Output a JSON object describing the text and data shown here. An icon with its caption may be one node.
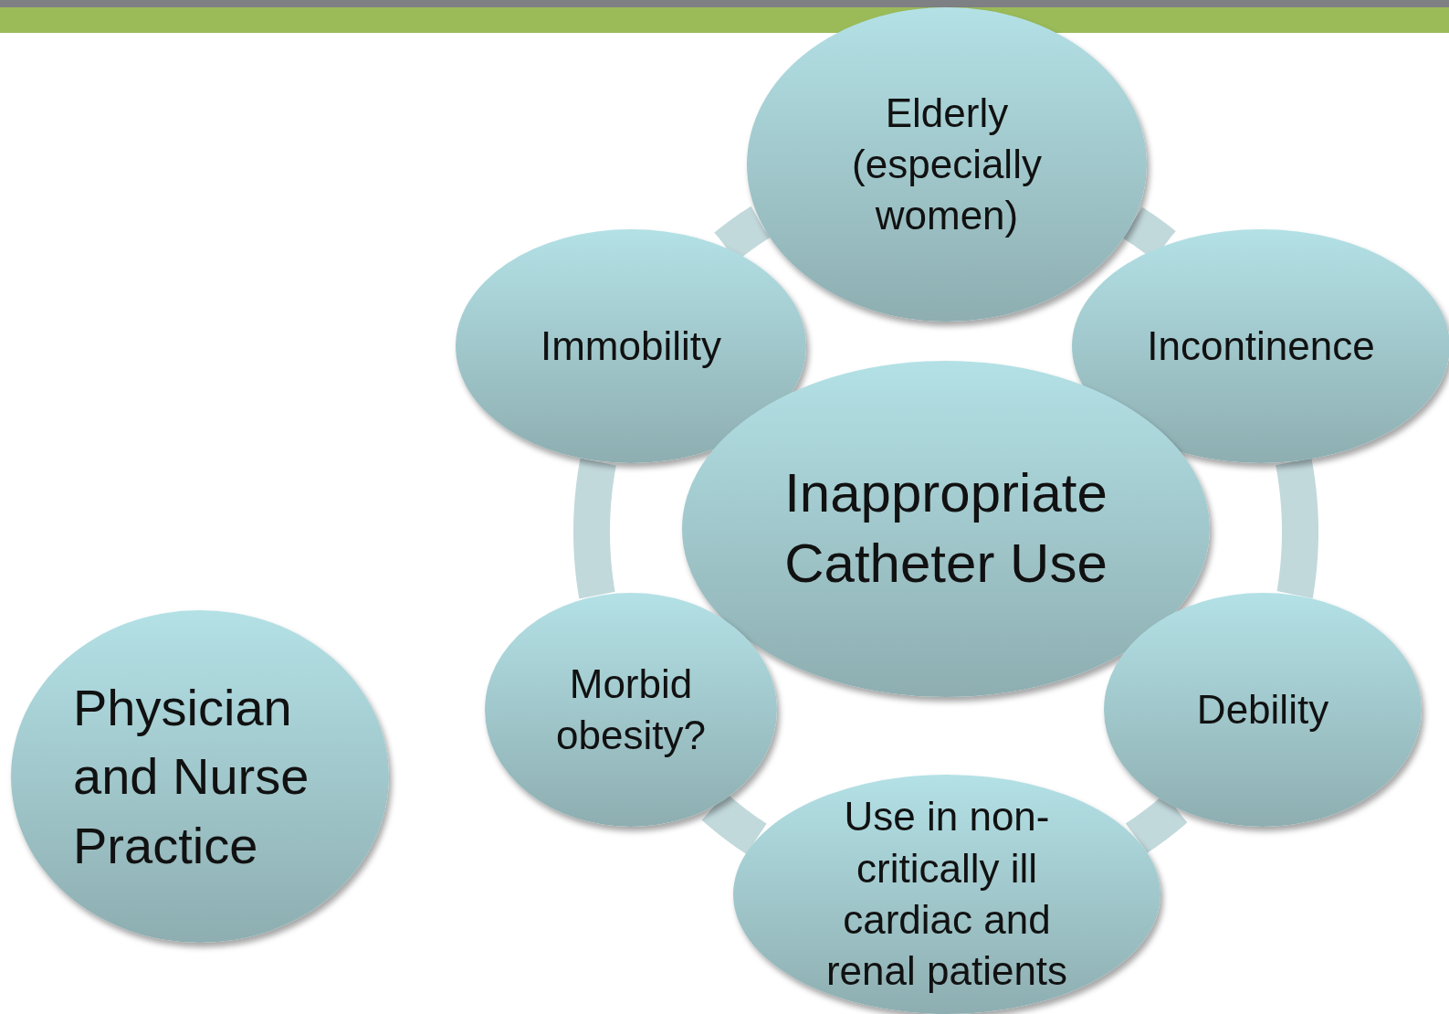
{
  "diagram": {
    "nodes": [
      {
        "text": [
          "Elderly (especially women)"
        ]
      },
      {
        "text": [
          "Immobility"
        ]
      },
      {
        "text": [
          "Incontinence"
        ]
      },
      {
        "text": [
          "Inappropriate Catheter Use"
        ]
      },
      {
        "text": [
          "Morbid obesity?"
        ]
      },
      {
        "text": [
          "Debility"
        ]
      },
      {
        "text": [
          "Use in non-critically ill cardiac and renal patients"
        ]
      },
      {
        "text": [
          "Physician and Nurse Practice"
        ]
      }
    ],
    "edges": [
      {
        "from": 0,
        "to": 2,
        "arrow": "none"
      },
      {
        "from": 2,
        "to": 5,
        "arrow": "none"
      },
      {
        "from": 5,
        "to": 6,
        "arrow": "none"
      },
      {
        "from": 6,
        "to": 4,
        "arrow": "none"
      },
      {
        "from": 4,
        "to": 1,
        "arrow": "none"
      },
      {
        "from": 1,
        "to": 0,
        "arrow": "none"
      }
    ]
  }
}
